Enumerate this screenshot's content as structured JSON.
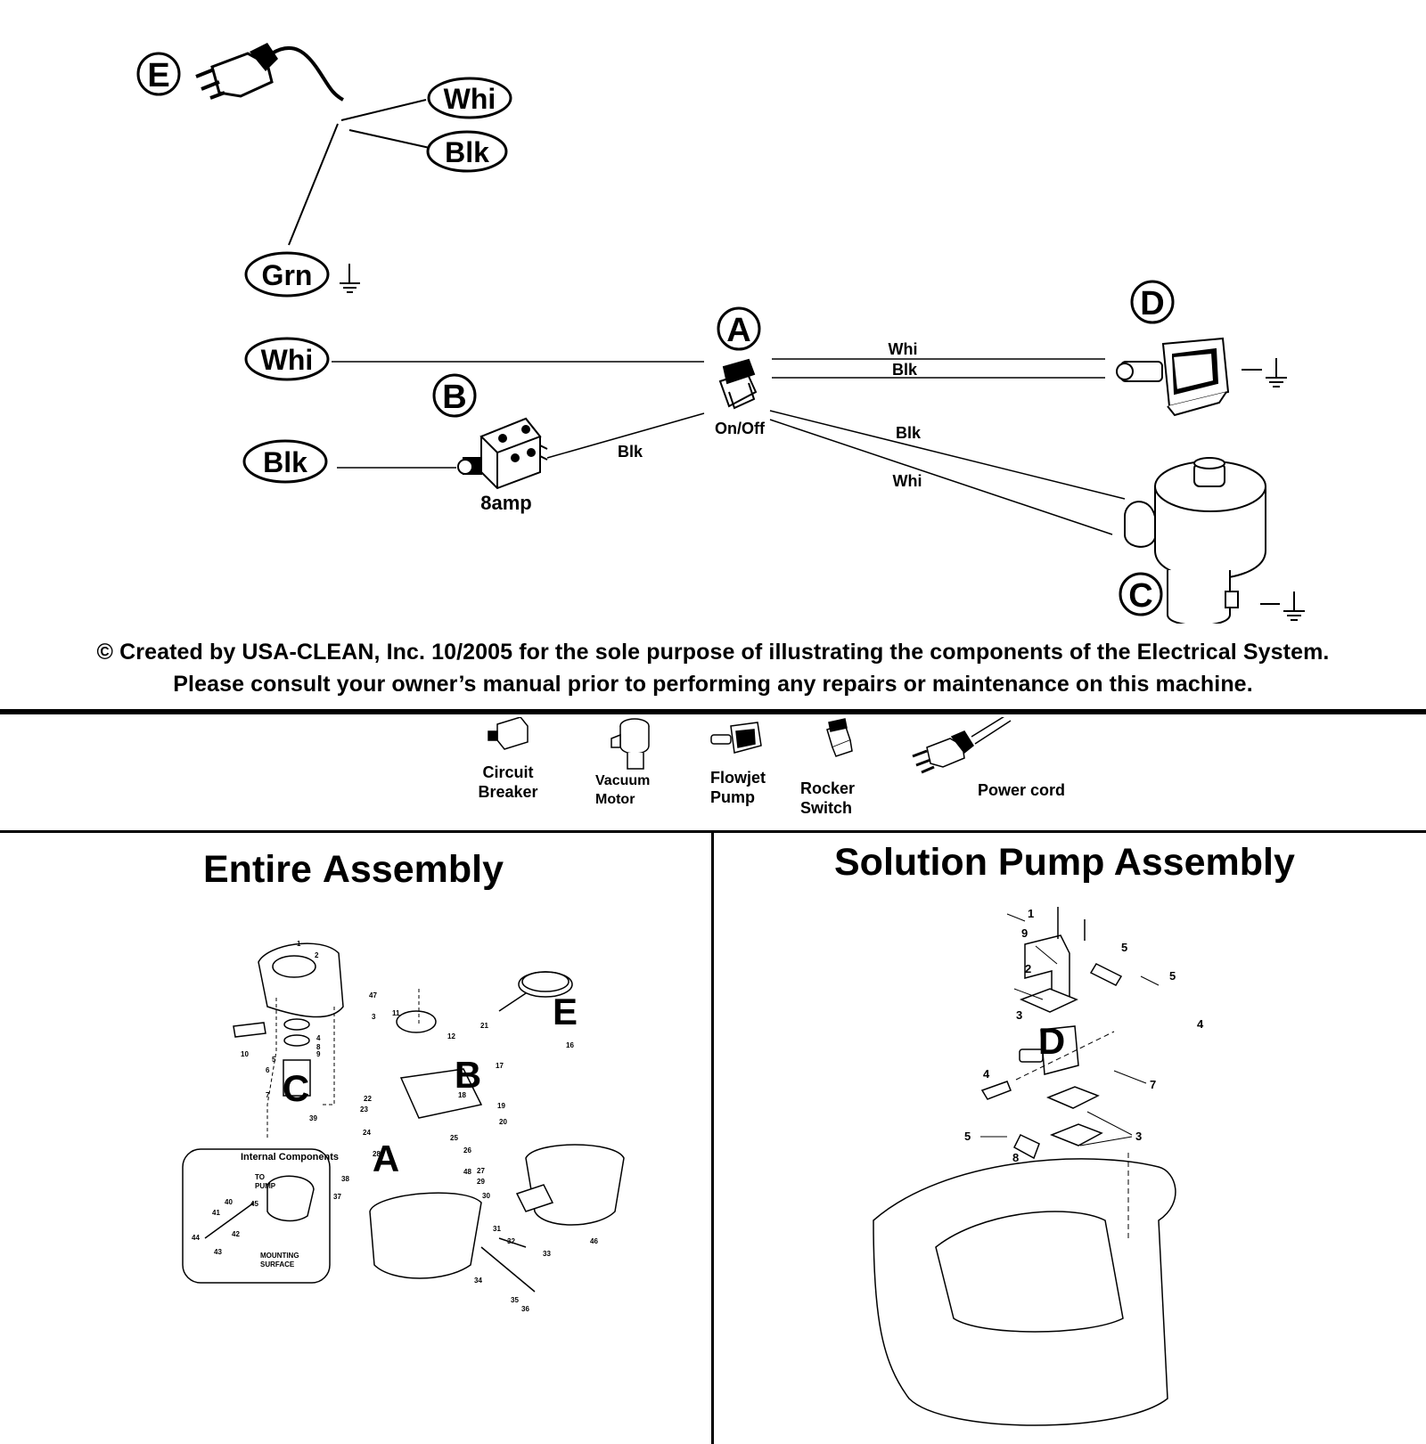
{
  "wiring": {
    "plug_letter": "E",
    "cord_wires": [
      "Whi",
      "Blk",
      "Grn"
    ],
    "supply_wires": [
      "Whi",
      "Blk"
    ],
    "component_letters": {
      "switch": "A",
      "breaker": "B",
      "vacuum_motor": "C",
      "pump": "D"
    },
    "switch_label": "On/Off",
    "breaker_rating": "8amp",
    "wire_labels": {
      "breaker_to_switch": "Blk",
      "switch_to_pump_1": "Whi",
      "switch_to_pump_2": "Blk",
      "switch_to_motor_1": "Blk",
      "switch_to_motor_2": "Whi"
    }
  },
  "notice": {
    "line1": "© Created by USA-CLEAN, Inc. 10/2005 for the sole purpose of illustrating the components of the Electrical System.",
    "line2": "Please consult your owner’s manual prior to performing any repairs or maintenance on this machine."
  },
  "legend": {
    "circuit_breaker": [
      "Circuit",
      "Breaker"
    ],
    "vacuum_motor": [
      "Vacuum",
      "Motor"
    ],
    "flowjet_pump": [
      "Flowjet",
      "Pump"
    ],
    "rocker_switch": [
      "Rocker",
      "Switch"
    ],
    "power_cord": "Power cord"
  },
  "entire_assembly": {
    "title_word1": "Entire",
    "title_word2": "Assembly",
    "inset_title": "Internal Components",
    "inset_notes": [
      "TO",
      "PUMP",
      "MOUNTING",
      "SURFACE"
    ],
    "letters": [
      "A",
      "B",
      "C",
      "E"
    ],
    "part_numbers": [
      "1",
      "2",
      "3",
      "4",
      "5",
      "6",
      "7",
      "8",
      "9",
      "10",
      "11",
      "12",
      "16",
      "17",
      "18",
      "19",
      "20",
      "21",
      "22",
      "23",
      "24",
      "25",
      "26",
      "27",
      "28",
      "29",
      "30",
      "31",
      "32",
      "33",
      "34",
      "35",
      "36",
      "37",
      "38",
      "39",
      "40",
      "41",
      "42",
      "43",
      "44",
      "45",
      "46",
      "47",
      "48"
    ]
  },
  "solution_pump_assembly": {
    "title": "Solution Pump Assembly",
    "letter": "D",
    "part_numbers": [
      "1",
      "2",
      "3",
      "4",
      "5",
      "7",
      "8",
      "9"
    ]
  }
}
